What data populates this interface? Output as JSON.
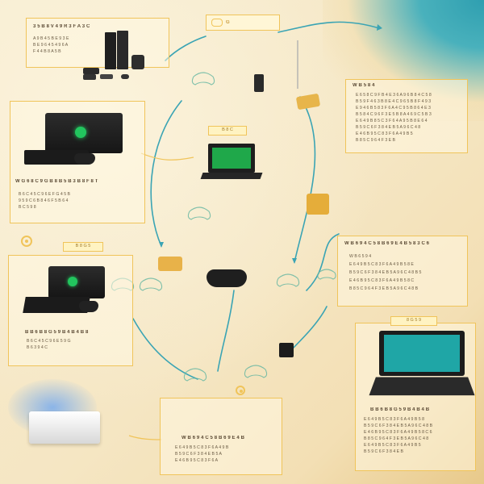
{
  "colors": {
    "accent_yellow": "#f0c45a",
    "connector_teal": "#3aa4b4",
    "xbox_green": "#22c55e",
    "device_dark": "#232323",
    "corner_teal": "#2f9fb0"
  },
  "texts": {
    "top_banner": "G",
    "top_left_heading": "3 5 B 8 V 4 9 R 3 F A 3 C",
    "top_left_lines": [
      "A 9 B 4 5 B E 9 3 E",
      "B E 9 6 4 5 4 9 6 A",
      "F 4 4 B 8 A 5 B"
    ],
    "mid_left_heading": "W G 6 8 C 9 G B 8 B 5 B 3 B 8 F 8 T",
    "mid_left_lines": [
      "B 6 C 4 5 C 9 6 E F G 4 5 B",
      "9 5 9 C 6 B 8 4 6 F 5 B 6 4",
      "B C 5 9 8"
    ],
    "lower_left_heading": "B B 6 B 8 G 5 9 B 4 B 4 B 8",
    "lower_left_lines": [
      "B 6 C 4 5 C 9 6 E 5 9 G",
      "B 6 3 9 4 C"
    ],
    "top_right_heading": "W B 5 8 4",
    "top_right_lines": [
      "E 6 5 8 C 9 F B 4 E 3 6 A 9 6 B 8 4 C 5 8",
      "B 5 9 F 4 6 3 B 8 E 4 C 9 6 5 B 8 F 4 9 3",
      "E 9 4 6 B 5 8 3 F 6 A 4 C 9 5 B 8 6 4 E 3",
      "B 5 8 4 C 9 6 F 3 E 5 B 8 A 4 6 9 C 5 B 3",
      "E 6 4 9 B 8 5 C 3 F 6 4 A 9 5 B 8 E 6 4",
      "B 5 9 C 6 F 3 8 4 E B 5 A 9 6 C 4 8",
      "E 4 6 B 9 5 C 8 3 F 6 A 4 9 B 5",
      "B 8 5 C 9 6 4 F 3 E B"
    ],
    "mid_right_heading": "W B 6 9 4 C 5 8 B 6 9 E 4 B 5 8 3 C 6",
    "mid_right_lines": [
      "W B 6 5 9 4",
      "E 6 4 9 B 5 C 8 3 F 6 A 4 9 B 5 8 E",
      "B 5 9 C 6 F 3 8 4 E B 5 A 9 6 C 4 8 B 5",
      "E 4 6 B 9 5 C 8 3 F 6 A 4 9 B 5 8 C",
      "B 8 5 C 9 6 4 F 3 E B 5 A 9 6 C 4 8 B"
    ],
    "bottom_center_heading": "W B 6 9 4 C 5 8 B 6 9 E 4 B",
    "bottom_center_lines": [
      "E 6 4 9 B 5 C 8 3 F 6 A 4 9 B",
      "B 5 9 C 6 F 3 8 4 E B 5 A",
      "E 4 6 B 9 5 C 8 3 F 6 A"
    ],
    "bottom_right_heading": "B B 6 B 8 G 5 9 B 4 B 4 B",
    "bottom_right_lines": [
      "E 6 4 9 B 5 C 8 3 F 6 A 4 9 B 5 8",
      "B 5 9 C 6 F 3 8 4 E B 5 A 9 6 C 4 8 B",
      "E 4 6 B 9 5 C 8 3 F 6 A 4 9 B 5 8 C 6",
      "B 8 5 C 9 6 4 F 3 E B 5 A 9 6 C 4 8",
      "E 6 4 9 B 5 C 8 3 F 6 A 4 9 B 5",
      "B 5 9 C 6 F 3 8 4 E B"
    ],
    "tag_center": "B 8 C",
    "tag_mid_left": "B 8 G 5",
    "tag_bottom_right": "8 G 5 9"
  }
}
